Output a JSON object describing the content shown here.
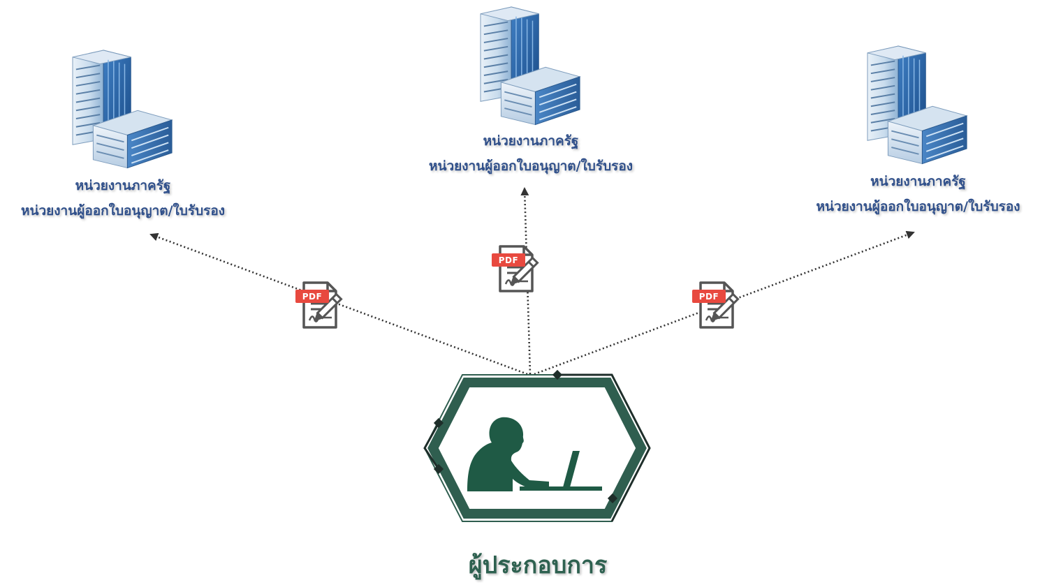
{
  "agencies": [
    {
      "id": "left",
      "line1": "หน่วยงานภาครัฐ",
      "line2": "หน่วยงานผู้ออกใบอนุญาต/ใบรับรอง"
    },
    {
      "id": "center",
      "line1": "หน่วยงานภาครัฐ",
      "line2": "หน่วยงานผู้ออกใบอนุญาต/ใบรับรอง"
    },
    {
      "id": "right",
      "line1": "หน่วยงานภาครัฐ",
      "line2": "หน่วยงานผู้ออกใบอนุญาต/ใบรับรอง"
    }
  ],
  "document_tag": "PDF",
  "actor_label": "ผู้ประกอบการ",
  "icons": {
    "building": "office-building-icon",
    "document": "signed-pdf-document-icon",
    "actor": "person-at-laptop-icon"
  },
  "colors": {
    "label_blue": "#2f4f8a",
    "actor_green": "#2e6150",
    "hex_green": "#2f5e4f",
    "pdf_red": "#e8493f",
    "arrow": "#333333"
  }
}
